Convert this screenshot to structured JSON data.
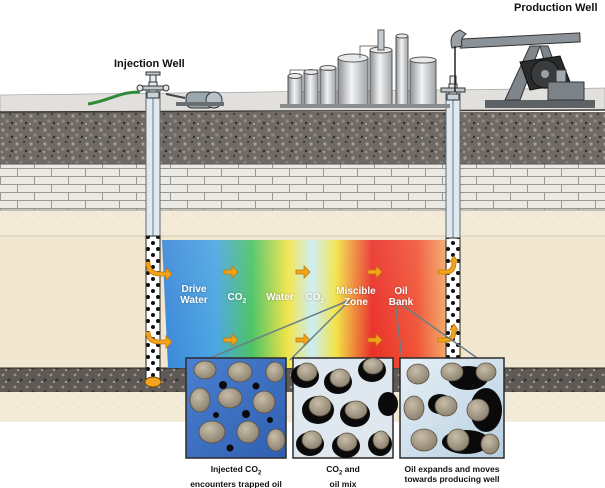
{
  "labels": {
    "injection_well": "Injection Well",
    "production_well": "Production Well"
  },
  "zones": {
    "drive_water_line1": "Drive",
    "drive_water_line2": "Water",
    "co2_a_main": "CO",
    "co2_a_sub": "2",
    "water": "Water",
    "co2_b_main": "CO",
    "co2_b_sub": "2",
    "miscible_line1": "Miscible",
    "miscible_line2": "Zone",
    "oil_bank_line1": "Oil",
    "oil_bank_line2": "Bank"
  },
  "captions": {
    "panel1_line1_main": "Injected CO",
    "panel1_line1_sub": "2",
    "panel1_line2": "encounters trapped oil",
    "panel2_line1_main": "CO",
    "panel2_line1_sub": "2",
    "panel2_line1_rest": " and",
    "panel2_line2": "oil mix",
    "panel3_line1": "Oil expands and moves",
    "panel3_line2": "towards producing well"
  },
  "colors": {
    "reservoir_blue": "#2f7fd6",
    "reservoir_green": "#3fbf5a",
    "reservoir_yellow": "#f2e23a",
    "reservoir_red": "#e8231c",
    "arrow_orange": "#f2a41e",
    "sandstone": "#f4ead8",
    "brick": "#e9e7e2",
    "rock": "#6f6a66"
  }
}
